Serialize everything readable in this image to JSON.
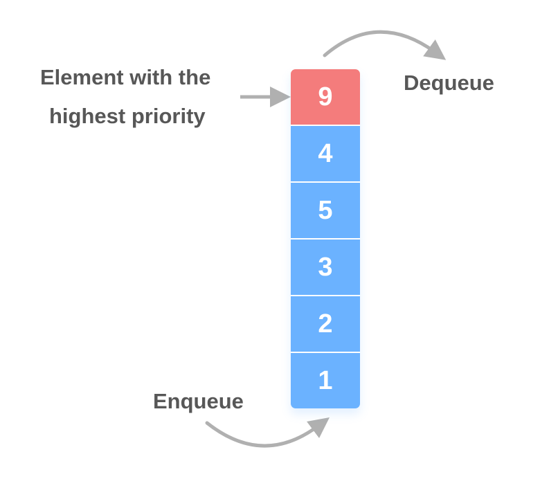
{
  "labels": {
    "highest_line1": "Element with the",
    "highest_line2": "highest priority",
    "dequeue": "Dequeue",
    "enqueue": "Enqueue"
  },
  "queue": [
    {
      "value": "9",
      "color": "#f47c7c"
    },
    {
      "value": "4",
      "color": "#6bb2ff"
    },
    {
      "value": "5",
      "color": "#6bb2ff"
    },
    {
      "value": "3",
      "color": "#6bb2ff"
    },
    {
      "value": "2",
      "color": "#6bb2ff"
    },
    {
      "value": "1",
      "color": "#6bb2ff"
    }
  ],
  "colors": {
    "arrow": "#b0b0b0",
    "text": "#575757"
  }
}
